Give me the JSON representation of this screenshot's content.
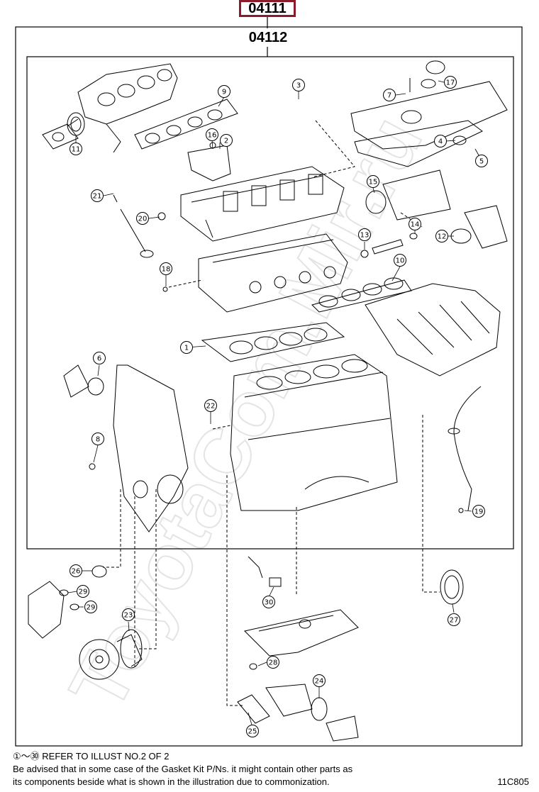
{
  "header": {
    "outer_kit_code": "04111",
    "inner_kit_code": "04112"
  },
  "callouts": [
    "1",
    "2",
    "3",
    "4",
    "5",
    "6",
    "7",
    "8",
    "9",
    "10",
    "11",
    "12",
    "13",
    "14",
    "15",
    "16",
    "17",
    "18",
    "19",
    "20",
    "21",
    "22",
    "23",
    "24",
    "25",
    "26",
    "27",
    "28",
    "29",
    "29",
    "30"
  ],
  "notes": {
    "range_note": "①～㉚ REFER TO ILLUST NO.2 OF 2",
    "advisory_line1": "Be advised that in some case of the Gasket Kit P/Ns.  it might contain other parts as",
    "advisory_line2": "its components beside what is shown in the illustration due to commonization."
  },
  "illustration_code": "11C805",
  "watermark_text": "ToyotaCom.Mir.ru",
  "colors": {
    "kit_code_border": "#8b1a2b",
    "line": "#000000",
    "watermark": "#e9e9e9"
  }
}
